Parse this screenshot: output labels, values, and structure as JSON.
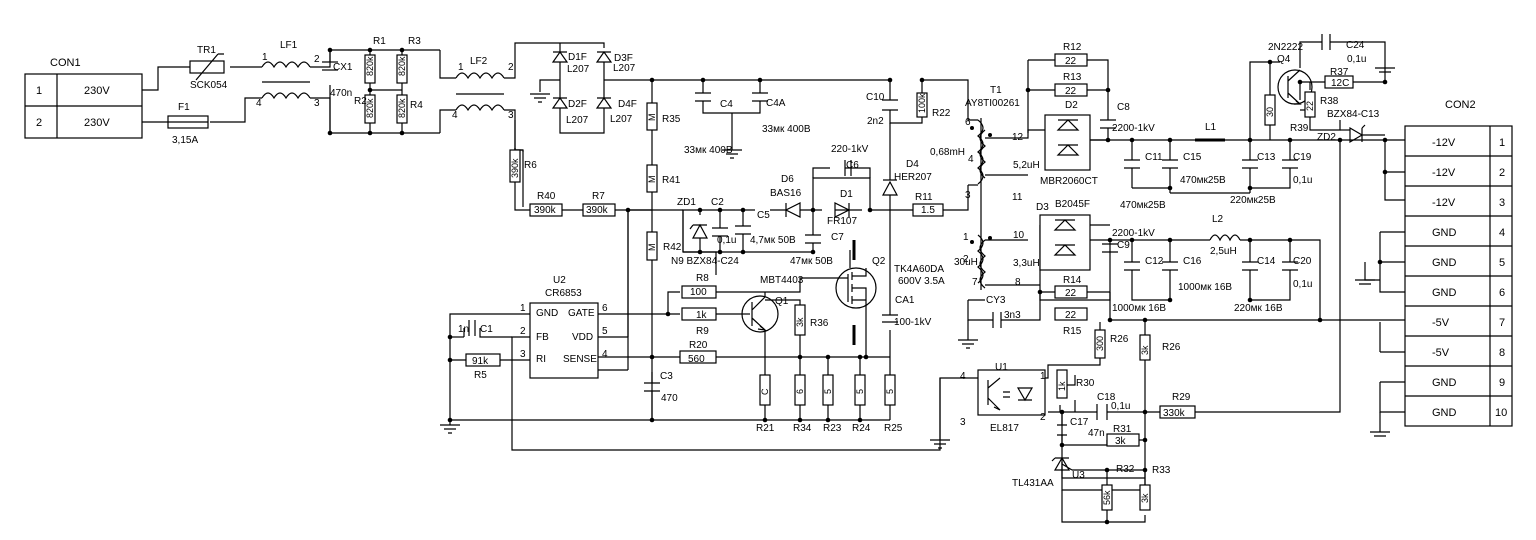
{
  "connectors": {
    "con1": {
      "title": "CON1",
      "rows": [
        {
          "pin": "1",
          "label": "230V"
        },
        {
          "pin": "2",
          "label": "230V"
        }
      ]
    },
    "con2": {
      "title": "CON2",
      "rows": [
        {
          "label": "-12V",
          "pin": "1"
        },
        {
          "label": "-12V",
          "pin": "2"
        },
        {
          "label": "-12V",
          "pin": "3"
        },
        {
          "label": "GND",
          "pin": "4"
        },
        {
          "label": "GND",
          "pin": "5"
        },
        {
          "label": "GND",
          "pin": "6"
        },
        {
          "label": "-5V",
          "pin": "7"
        },
        {
          "label": "-5V",
          "pin": "8"
        },
        {
          "label": "GND",
          "pin": "9"
        },
        {
          "label": "GND",
          "pin": "10"
        }
      ]
    }
  },
  "labels": [
    {
      "id": "tr1",
      "text": "TR1"
    },
    {
      "id": "sck054",
      "text": "SCK054"
    },
    {
      "id": "f1",
      "text": "F1"
    },
    {
      "id": "f1v",
      "text": "3,15A"
    },
    {
      "id": "lf1",
      "text": "LF1"
    },
    {
      "id": "lf1p1",
      "text": "1"
    },
    {
      "id": "lf1p2",
      "text": "2"
    },
    {
      "id": "lf1p4",
      "text": "4"
    },
    {
      "id": "lf1p3",
      "text": "3"
    },
    {
      "id": "cx1",
      "text": "CX1"
    },
    {
      "id": "cx1v",
      "text": "470n"
    },
    {
      "id": "r1",
      "text": "R1"
    },
    {
      "id": "r3",
      "text": "R3"
    },
    {
      "id": "r2",
      "text": "R2"
    },
    {
      "id": "r4",
      "text": "R4"
    },
    {
      "id": "lf2",
      "text": "LF2"
    },
    {
      "id": "lf2p1",
      "text": "1"
    },
    {
      "id": "lf2p2",
      "text": "2"
    },
    {
      "id": "lf2p4",
      "text": "4"
    },
    {
      "id": "lf2p3",
      "text": "3"
    },
    {
      "id": "d1f",
      "text": "D1F"
    },
    {
      "id": "d1fv",
      "text": "L207"
    },
    {
      "id": "d3f",
      "text": "D3F"
    },
    {
      "id": "d3fv",
      "text": "L207"
    },
    {
      "id": "d2f",
      "text": "D2F"
    },
    {
      "id": "d2fv",
      "text": "L207"
    },
    {
      "id": "d4f",
      "text": "D4F"
    },
    {
      "id": "d4fv",
      "text": "L207"
    },
    {
      "id": "r6",
      "text": "R6"
    },
    {
      "id": "r35",
      "text": "R35"
    },
    {
      "id": "r41",
      "text": "R41"
    },
    {
      "id": "r42",
      "text": "R42"
    },
    {
      "id": "c4",
      "text": "C4"
    },
    {
      "id": "c4v",
      "text": "33мк 400В"
    },
    {
      "id": "c4a",
      "text": "C4A"
    },
    {
      "id": "c4av",
      "text": "33мк 400В"
    },
    {
      "id": "c10",
      "text": "C10"
    },
    {
      "id": "c10v",
      "text": "2n2"
    },
    {
      "id": "r22",
      "text": "R22"
    },
    {
      "id": "d4",
      "text": "D4"
    },
    {
      "id": "d4v",
      "text": "HER207"
    },
    {
      "id": "c6",
      "text": "C6"
    },
    {
      "id": "c6v",
      "text": "220-1kV"
    },
    {
      "id": "d6",
      "text": "D6"
    },
    {
      "id": "d6v",
      "text": "BAS16"
    },
    {
      "id": "d1",
      "text": "D1"
    },
    {
      "id": "d1v",
      "text": "FR107"
    },
    {
      "id": "r40",
      "text": "R40"
    },
    {
      "id": "r7",
      "text": "R7"
    },
    {
      "id": "zd1",
      "text": "ZD1"
    },
    {
      "id": "c2",
      "text": "C2"
    },
    {
      "id": "c2v",
      "text": "0,1u"
    },
    {
      "id": "c5",
      "text": "C5"
    },
    {
      "id": "c5v",
      "text": "4,7мк 50В"
    },
    {
      "id": "c7",
      "text": "C7"
    },
    {
      "id": "c7v",
      "text": "47мк 50В"
    },
    {
      "id": "zd1v",
      "text": "N9 BZX84-C24"
    },
    {
      "id": "q1v",
      "text": "MBT4403"
    },
    {
      "id": "r11",
      "text": "R11"
    },
    {
      "id": "q2",
      "text": "Q2"
    },
    {
      "id": "q2v",
      "text": "TK4A60DA"
    },
    {
      "id": "q2vs",
      "text": "600V 3.5A"
    },
    {
      "id": "ca1",
      "text": "CA1"
    },
    {
      "id": "ca1v",
      "text": "100-1kV"
    },
    {
      "id": "u2",
      "text": "U2"
    },
    {
      "id": "u2v",
      "text": "CR6853"
    },
    {
      "id": "u2gnd",
      "text": "GND"
    },
    {
      "id": "u2gate",
      "text": "GATE"
    },
    {
      "id": "u2fb",
      "text": "FB"
    },
    {
      "id": "u2vdd",
      "text": "VDD"
    },
    {
      "id": "u2ri",
      "text": "RI"
    },
    {
      "id": "u2sense",
      "text": "SENSE"
    },
    {
      "id": "u2p1",
      "text": "1"
    },
    {
      "id": "u2p2",
      "text": "2"
    },
    {
      "id": "u2p3",
      "text": "3"
    },
    {
      "id": "u2p6",
      "text": "6"
    },
    {
      "id": "u2p5",
      "text": "5"
    },
    {
      "id": "u2p4",
      "text": "4"
    },
    {
      "id": "c1",
      "text": "C1"
    },
    {
      "id": "c1v",
      "text": "1n"
    },
    {
      "id": "r5",
      "text": "R5"
    },
    {
      "id": "r8",
      "text": "R8"
    },
    {
      "id": "r9",
      "text": "R9"
    },
    {
      "id": "r20",
      "text": "R20"
    },
    {
      "id": "q1",
      "text": "Q1"
    },
    {
      "id": "r36",
      "text": "R36"
    },
    {
      "id": "c3",
      "text": "C3"
    },
    {
      "id": "c3v",
      "text": "470"
    },
    {
      "id": "r21",
      "text": "R21"
    },
    {
      "id": "r34",
      "text": "R34"
    },
    {
      "id": "r23",
      "text": "R23"
    },
    {
      "id": "r24",
      "text": "R24"
    },
    {
      "id": "r25",
      "text": "R25"
    },
    {
      "id": "t1",
      "text": "T1"
    },
    {
      "id": "t1v",
      "text": "AY8TI00261"
    },
    {
      "id": "t1p6",
      "text": "6"
    },
    {
      "id": "t1p4",
      "text": "4"
    },
    {
      "id": "t1p3",
      "text": "3"
    },
    {
      "id": "t1p1",
      "text": "1"
    },
    {
      "id": "t1p2",
      "text": "2"
    },
    {
      "id": "t1p12",
      "text": "12"
    },
    {
      "id": "t1p11",
      "text": "11"
    },
    {
      "id": "t1p10",
      "text": "10"
    },
    {
      "id": "t1p7",
      "text": "7"
    },
    {
      "id": "t1p8",
      "text": "8"
    },
    {
      "id": "t1l1",
      "text": "0,68mH"
    },
    {
      "id": "t1l2",
      "text": "5,2uH"
    },
    {
      "id": "t1l3",
      "text": "30uH"
    },
    {
      "id": "t1l4",
      "text": "3,3uH"
    },
    {
      "id": "cy3",
      "text": "CY3"
    },
    {
      "id": "cy3v",
      "text": "3n3"
    },
    {
      "id": "r12",
      "text": "R12"
    },
    {
      "id": "r13",
      "text": "R13"
    },
    {
      "id": "d2",
      "text": "D2"
    },
    {
      "id": "d2v",
      "text": "MBR2060CT"
    },
    {
      "id": "c8",
      "text": "C8"
    },
    {
      "id": "c8v",
      "text": "2200-1kV"
    },
    {
      "id": "d3",
      "text": "D3"
    },
    {
      "id": "d3v",
      "text": "B2045F"
    },
    {
      "id": "r14",
      "text": "R14"
    },
    {
      "id": "r15",
      "text": "R15"
    },
    {
      "id": "c9",
      "text": "C9"
    },
    {
      "id": "c9v",
      "text": "2200-1kV"
    },
    {
      "id": "l1",
      "text": "L1"
    },
    {
      "id": "c11",
      "text": "C11"
    },
    {
      "id": "c15",
      "text": "C15"
    },
    {
      "id": "c1115v",
      "text": "470мк25В"
    },
    {
      "id": "c1115v2",
      "text": "470мк25В"
    },
    {
      "id": "c13",
      "text": "C13"
    },
    {
      "id": "c13v",
      "text": "220мк25В"
    },
    {
      "id": "c19",
      "text": "C19"
    },
    {
      "id": "c19v",
      "text": "0,1u"
    },
    {
      "id": "l2",
      "text": "L2"
    },
    {
      "id": "l2v",
      "text": "2,5uH"
    },
    {
      "id": "c12",
      "text": "C12"
    },
    {
      "id": "c16",
      "text": "C16"
    },
    {
      "id": "c1216v",
      "text": "1000мк 16В"
    },
    {
      "id": "c1216v2",
      "text": "1000мк 16В"
    },
    {
      "id": "c14",
      "text": "C14"
    },
    {
      "id": "c14v",
      "text": "220мк 16В"
    },
    {
      "id": "c20",
      "text": "C20"
    },
    {
      "id": "c20v",
      "text": "0,1u"
    },
    {
      "id": "q4v",
      "text": "2N2222"
    },
    {
      "id": "q4",
      "text": "Q4"
    },
    {
      "id": "c24",
      "text": "C24"
    },
    {
      "id": "c24v",
      "text": "0,1u"
    },
    {
      "id": "r37",
      "text": "R37"
    },
    {
      "id": "r38",
      "text": "R38"
    },
    {
      "id": "r39",
      "text": "R39"
    },
    {
      "id": "zd2v",
      "text": "BZX84-C13"
    },
    {
      "id": "zd2",
      "text": "ZD2"
    },
    {
      "id": "u1",
      "text": "U1"
    },
    {
      "id": "u1v",
      "text": "EL817"
    },
    {
      "id": "u1p4",
      "text": "4"
    },
    {
      "id": "u1p1",
      "text": "1"
    },
    {
      "id": "u1p3",
      "text": "3"
    },
    {
      "id": "u1p2",
      "text": "2"
    },
    {
      "id": "r26a",
      "text": "R26"
    },
    {
      "id": "r26b",
      "text": "R26"
    },
    {
      "id": "r30",
      "text": "R30"
    },
    {
      "id": "c18",
      "text": "C18"
    },
    {
      "id": "c18v",
      "text": "0,1u"
    },
    {
      "id": "r29",
      "text": "R29"
    },
    {
      "id": "c17",
      "text": "C17"
    },
    {
      "id": "c17v",
      "text": "47n"
    },
    {
      "id": "r31",
      "text": "R31"
    },
    {
      "id": "u3",
      "text": "U3"
    },
    {
      "id": "u3v",
      "text": "TL431AA"
    },
    {
      "id": "r32",
      "text": "R32"
    },
    {
      "id": "r33",
      "text": "R33"
    }
  ],
  "resistor_values": [
    {
      "id": "r40v",
      "text": "390k"
    },
    {
      "id": "r7v",
      "text": "390k"
    },
    {
      "id": "r8v",
      "text": "100"
    },
    {
      "id": "r9v",
      "text": "1k"
    },
    {
      "id": "r20v",
      "text": "560"
    },
    {
      "id": "r5v",
      "text": "91k"
    },
    {
      "id": "r11v",
      "text": "1.5"
    },
    {
      "id": "r12v",
      "text": "22"
    },
    {
      "id": "r13v",
      "text": "22"
    },
    {
      "id": "r14v",
      "text": "22"
    },
    {
      "id": "r15v",
      "text": "22"
    },
    {
      "id": "r37v",
      "text": "12C"
    },
    {
      "id": "r29v",
      "text": "330k"
    },
    {
      "id": "r31v",
      "text": "3k"
    },
    {
      "id": "r1v",
      "text": "820k"
    },
    {
      "id": "r3v",
      "text": "820k"
    },
    {
      "id": "r2v",
      "text": "820k"
    },
    {
      "id": "r4v",
      "text": "820k"
    },
    {
      "id": "r6v",
      "text": "390k"
    },
    {
      "id": "r35v",
      "text": "M"
    },
    {
      "id": "r41v",
      "text": "M"
    },
    {
      "id": "r42v",
      "text": "M"
    },
    {
      "id": "r22v",
      "text": "100k"
    },
    {
      "id": "r36v",
      "text": "3k"
    },
    {
      "id": "r21v",
      "text": "C"
    },
    {
      "id": "r34v",
      "text": "6"
    },
    {
      "id": "r23v",
      "text": "5"
    },
    {
      "id": "r24v",
      "text": "5"
    },
    {
      "id": "r25v",
      "text": "5"
    },
    {
      "id": "r39v",
      "text": "30"
    },
    {
      "id": "r38v",
      "text": "22"
    },
    {
      "id": "r26av",
      "text": "300"
    },
    {
      "id": "r26bv",
      "text": "3k"
    },
    {
      "id": "r30v",
      "text": "1k"
    },
    {
      "id": "r32v",
      "text": "56k"
    },
    {
      "id": "r33v",
      "text": "3k"
    }
  ]
}
